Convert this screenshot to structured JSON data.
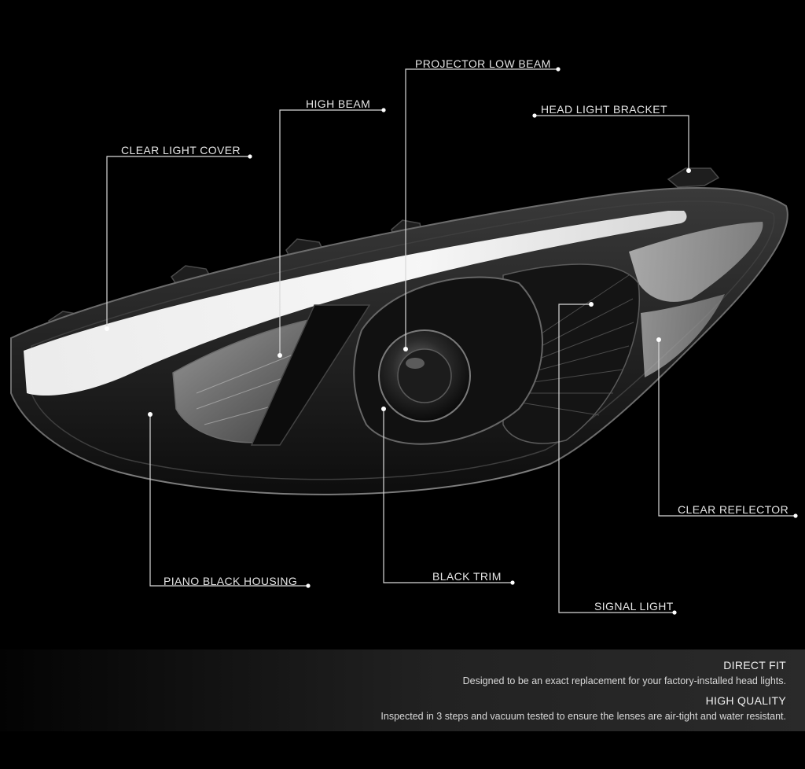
{
  "callouts": {
    "projector_low_beam": "PROJECTOR LOW BEAM",
    "high_beam": "HIGH  BEAM",
    "head_light_bracket": "HEAD LIGHT BRACKET",
    "clear_light_cover": "CLEAR LIGHT COVER",
    "clear_reflector": "CLEAR REFLECTOR",
    "piano_black_housing": "PIANO BLACK HOUSING",
    "black_trim": "BLACK TRIM",
    "signal_light": "SIGNAL LIGHT"
  },
  "features": [
    {
      "title": "DIRECT FIT",
      "description": "Designed to be an exact replacement for your factory-installed head lights."
    },
    {
      "title": "HIGH QUALITY",
      "description": "Inspected in 3 steps and vacuum tested to ensure the lenses are air-tight and water resistant."
    }
  ],
  "colors": {
    "background": "#000000",
    "callout_line": "#d9d9d9",
    "label_text": "#e6e6e6"
  }
}
